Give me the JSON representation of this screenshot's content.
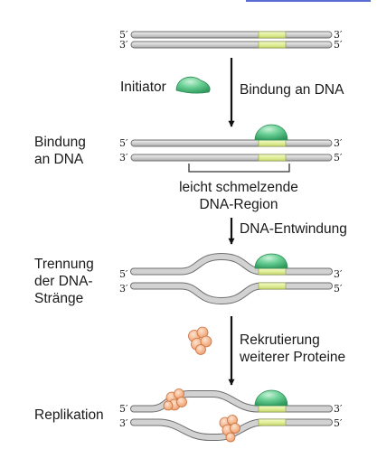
{
  "strand_ends": {
    "five": "5′",
    "three": "3′"
  },
  "steps": [
    {
      "arrow_text": [
        "Bindung an DNA"
      ],
      "aside_label": "Initiator"
    },
    {
      "arrow_text": [
        "DNA-Entwindung"
      ]
    },
    {
      "arrow_text": [
        "Rekrutierung",
        "weiterer Proteine"
      ]
    }
  ],
  "stage_labels": [
    [
      "Bindung",
      "an DNA"
    ],
    [
      "Trennung",
      "der DNA-",
      "Stränge"
    ],
    [
      "Replikation"
    ]
  ],
  "region_label": [
    "leicht schmelzende",
    "DNA-Region"
  ],
  "colors": {
    "strand_fill": "#d6d6d6",
    "strand_outline": "#6e6e6e",
    "melting_region": "#e6f2a6",
    "initiator_protein": "#5fca8a",
    "recruited_proteins": "#f4b48a",
    "arrow": "#111111",
    "top_edge_accent": "#5b6bd4"
  },
  "icons": [
    "initiator-protein-icon",
    "recruited-protein-icon"
  ]
}
